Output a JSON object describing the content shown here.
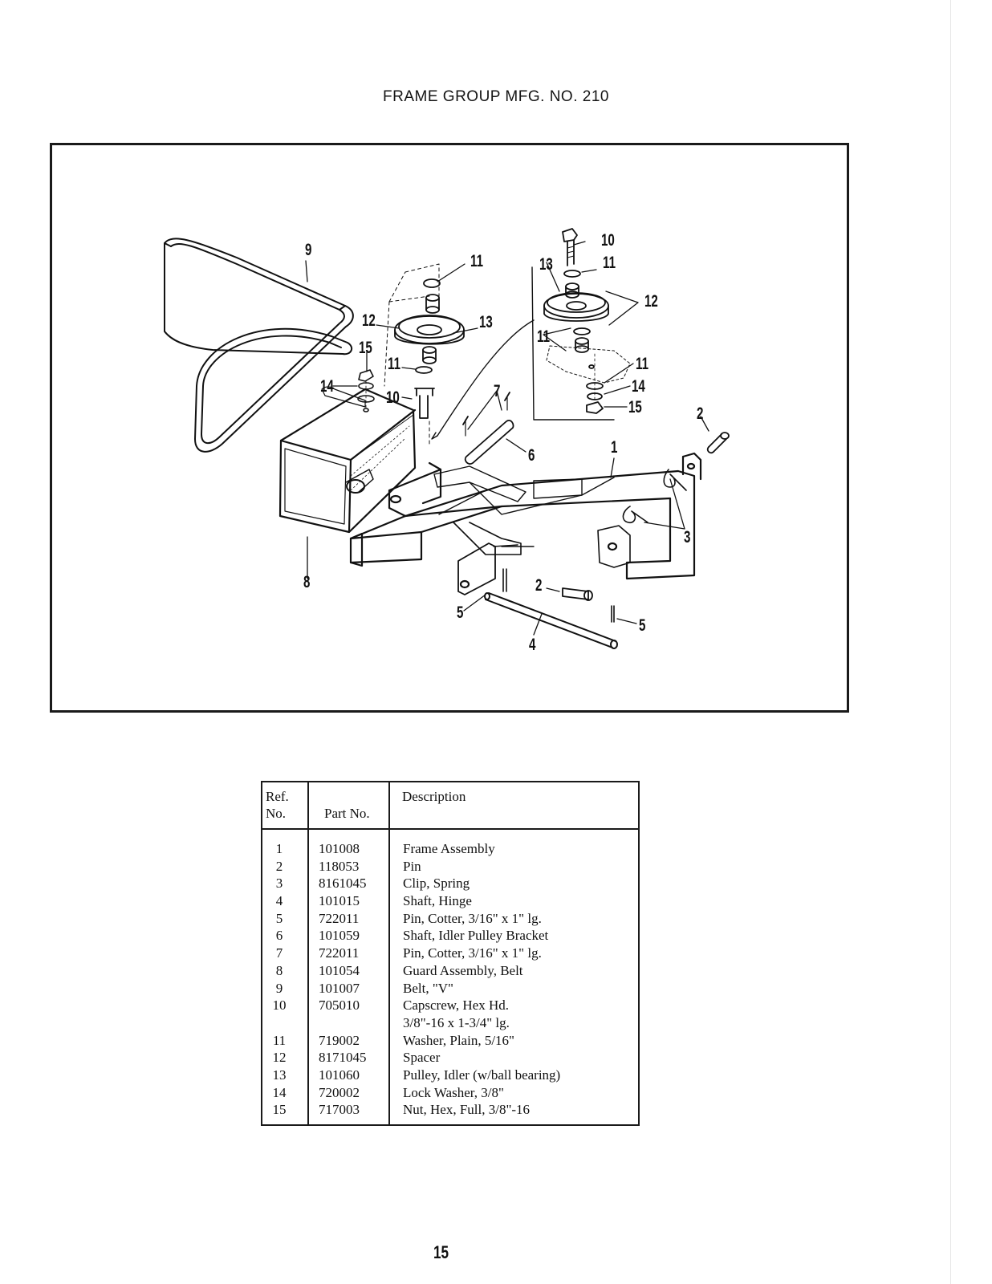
{
  "page": {
    "title": "FRAME GROUP MFG. NO. 210",
    "page_number": "15"
  },
  "diagram": {
    "callouts": {
      "c9": "9",
      "c11a": "11",
      "c12a": "12",
      "c13a": "13",
      "c15a": "15",
      "c14a": "14",
      "c11b": "11",
      "c10a": "10",
      "c8": "8",
      "c7": "7",
      "c6": "6",
      "c1": "1",
      "c10b": "10",
      "c13b": "13",
      "c11c": "11",
      "c12b": "12",
      "c11d": "11",
      "c11e": "11",
      "c14b": "14",
      "c15b": "15",
      "c2a": "2",
      "c3": "3",
      "c2b": "2",
      "c5a": "5",
      "c4": "4",
      "c5b": "5"
    }
  },
  "parts_table": {
    "headers": {
      "ref_line1": "Ref.",
      "ref_line2": "No.",
      "part": "Part No.",
      "description": "Description"
    },
    "rows": [
      {
        "ref": "1",
        "part": "101008",
        "description": "Frame Assembly"
      },
      {
        "ref": "2",
        "part": "118053",
        "description": "Pin"
      },
      {
        "ref": "3",
        "part": "8161045",
        "description": "Clip, Spring"
      },
      {
        "ref": "4",
        "part": "101015",
        "description": "Shaft, Hinge"
      },
      {
        "ref": "5",
        "part": "722011",
        "description": "Pin, Cotter, 3/16\" x 1\" lg."
      },
      {
        "ref": "6",
        "part": "101059",
        "description": "Shaft, Idler Pulley Bracket"
      },
      {
        "ref": "7",
        "part": "722011",
        "description": "Pin, Cotter, 3/16\" x 1\" lg."
      },
      {
        "ref": "8",
        "part": "101054",
        "description": "Guard Assembly, Belt"
      },
      {
        "ref": "9",
        "part": "101007",
        "description": "Belt, \"V\""
      },
      {
        "ref": "10",
        "part": "705010",
        "description": "Capscrew, Hex Hd.\n3/8\"-16 x 1-3/4\" lg."
      },
      {
        "ref": "11",
        "part": "719002",
        "description": "Washer, Plain, 5/16\""
      },
      {
        "ref": "12",
        "part": "8171045",
        "description": "Spacer"
      },
      {
        "ref": "13",
        "part": "101060",
        "description": "Pulley, Idler (w/ball bearing)"
      },
      {
        "ref": "14",
        "part": "720002",
        "description": "Lock Washer, 3/8\""
      },
      {
        "ref": "15",
        "part": "717003",
        "description": "Nut, Hex, Full, 3/8\"-16"
      }
    ]
  }
}
